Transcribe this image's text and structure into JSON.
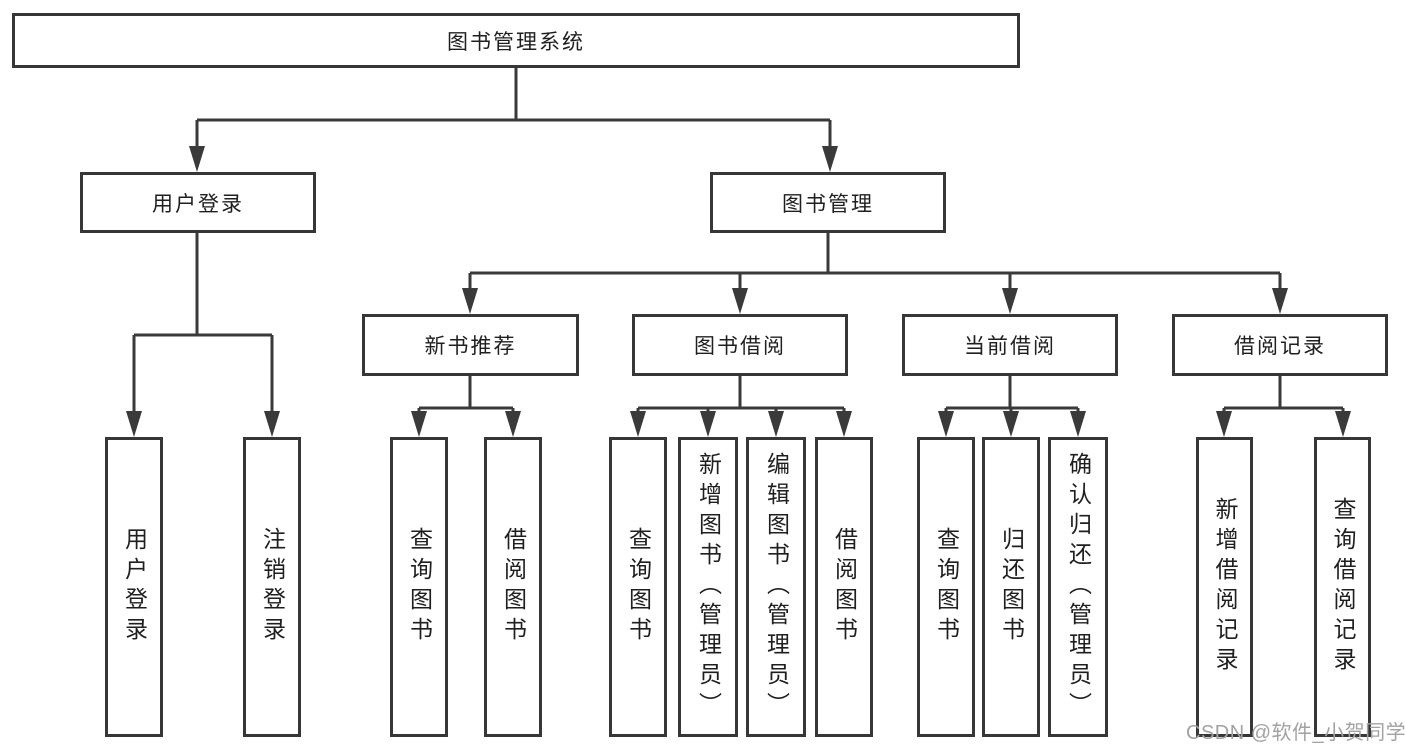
{
  "diagram": {
    "root": {
      "label": "图书管理系统"
    },
    "level2": {
      "user_login": {
        "label": "用户登录"
      },
      "book_management": {
        "label": "图书管理"
      }
    },
    "level3": {
      "new_book_recommend": {
        "label": "新书推荐",
        "parent": "图书管理"
      },
      "book_borrowing": {
        "label": "图书借阅",
        "parent": "图书管理"
      },
      "current_borrowing": {
        "label": "当前借阅",
        "parent": "图书管理"
      },
      "borrowing_records": {
        "label": "借阅记录",
        "parent": "图书管理"
      }
    },
    "leaves": [
      {
        "label": "用户登录",
        "parent": "用户登录"
      },
      {
        "label": "注销登录",
        "parent": "用户登录"
      },
      {
        "label": "查询图书",
        "parent": "新书推荐"
      },
      {
        "label": "借阅图书",
        "parent": "新书推荐"
      },
      {
        "label": "查询图书",
        "parent": "图书借阅"
      },
      {
        "label": "新增图书（管理员）",
        "parent": "图书借阅"
      },
      {
        "label": "编辑图书（管理员）",
        "parent": "图书借阅"
      },
      {
        "label": "借阅图书",
        "parent": "图书借阅"
      },
      {
        "label": "查询图书",
        "parent": "当前借阅"
      },
      {
        "label": "归还图书",
        "parent": "当前借阅"
      },
      {
        "label": "确认归还（管理员）",
        "parent": "当前借阅"
      },
      {
        "label": "新增借阅记录",
        "parent": "借阅记录"
      },
      {
        "label": "查询借阅记录",
        "parent": "借阅记录"
      }
    ]
  },
  "watermark": {
    "text": "CSDN @软件_小贺同学"
  },
  "colors": {
    "line": "#3a3a3a",
    "border": "#373737",
    "text": "#1f1f1f",
    "watermark": "#a2a2a2",
    "background": "#ffffff"
  }
}
